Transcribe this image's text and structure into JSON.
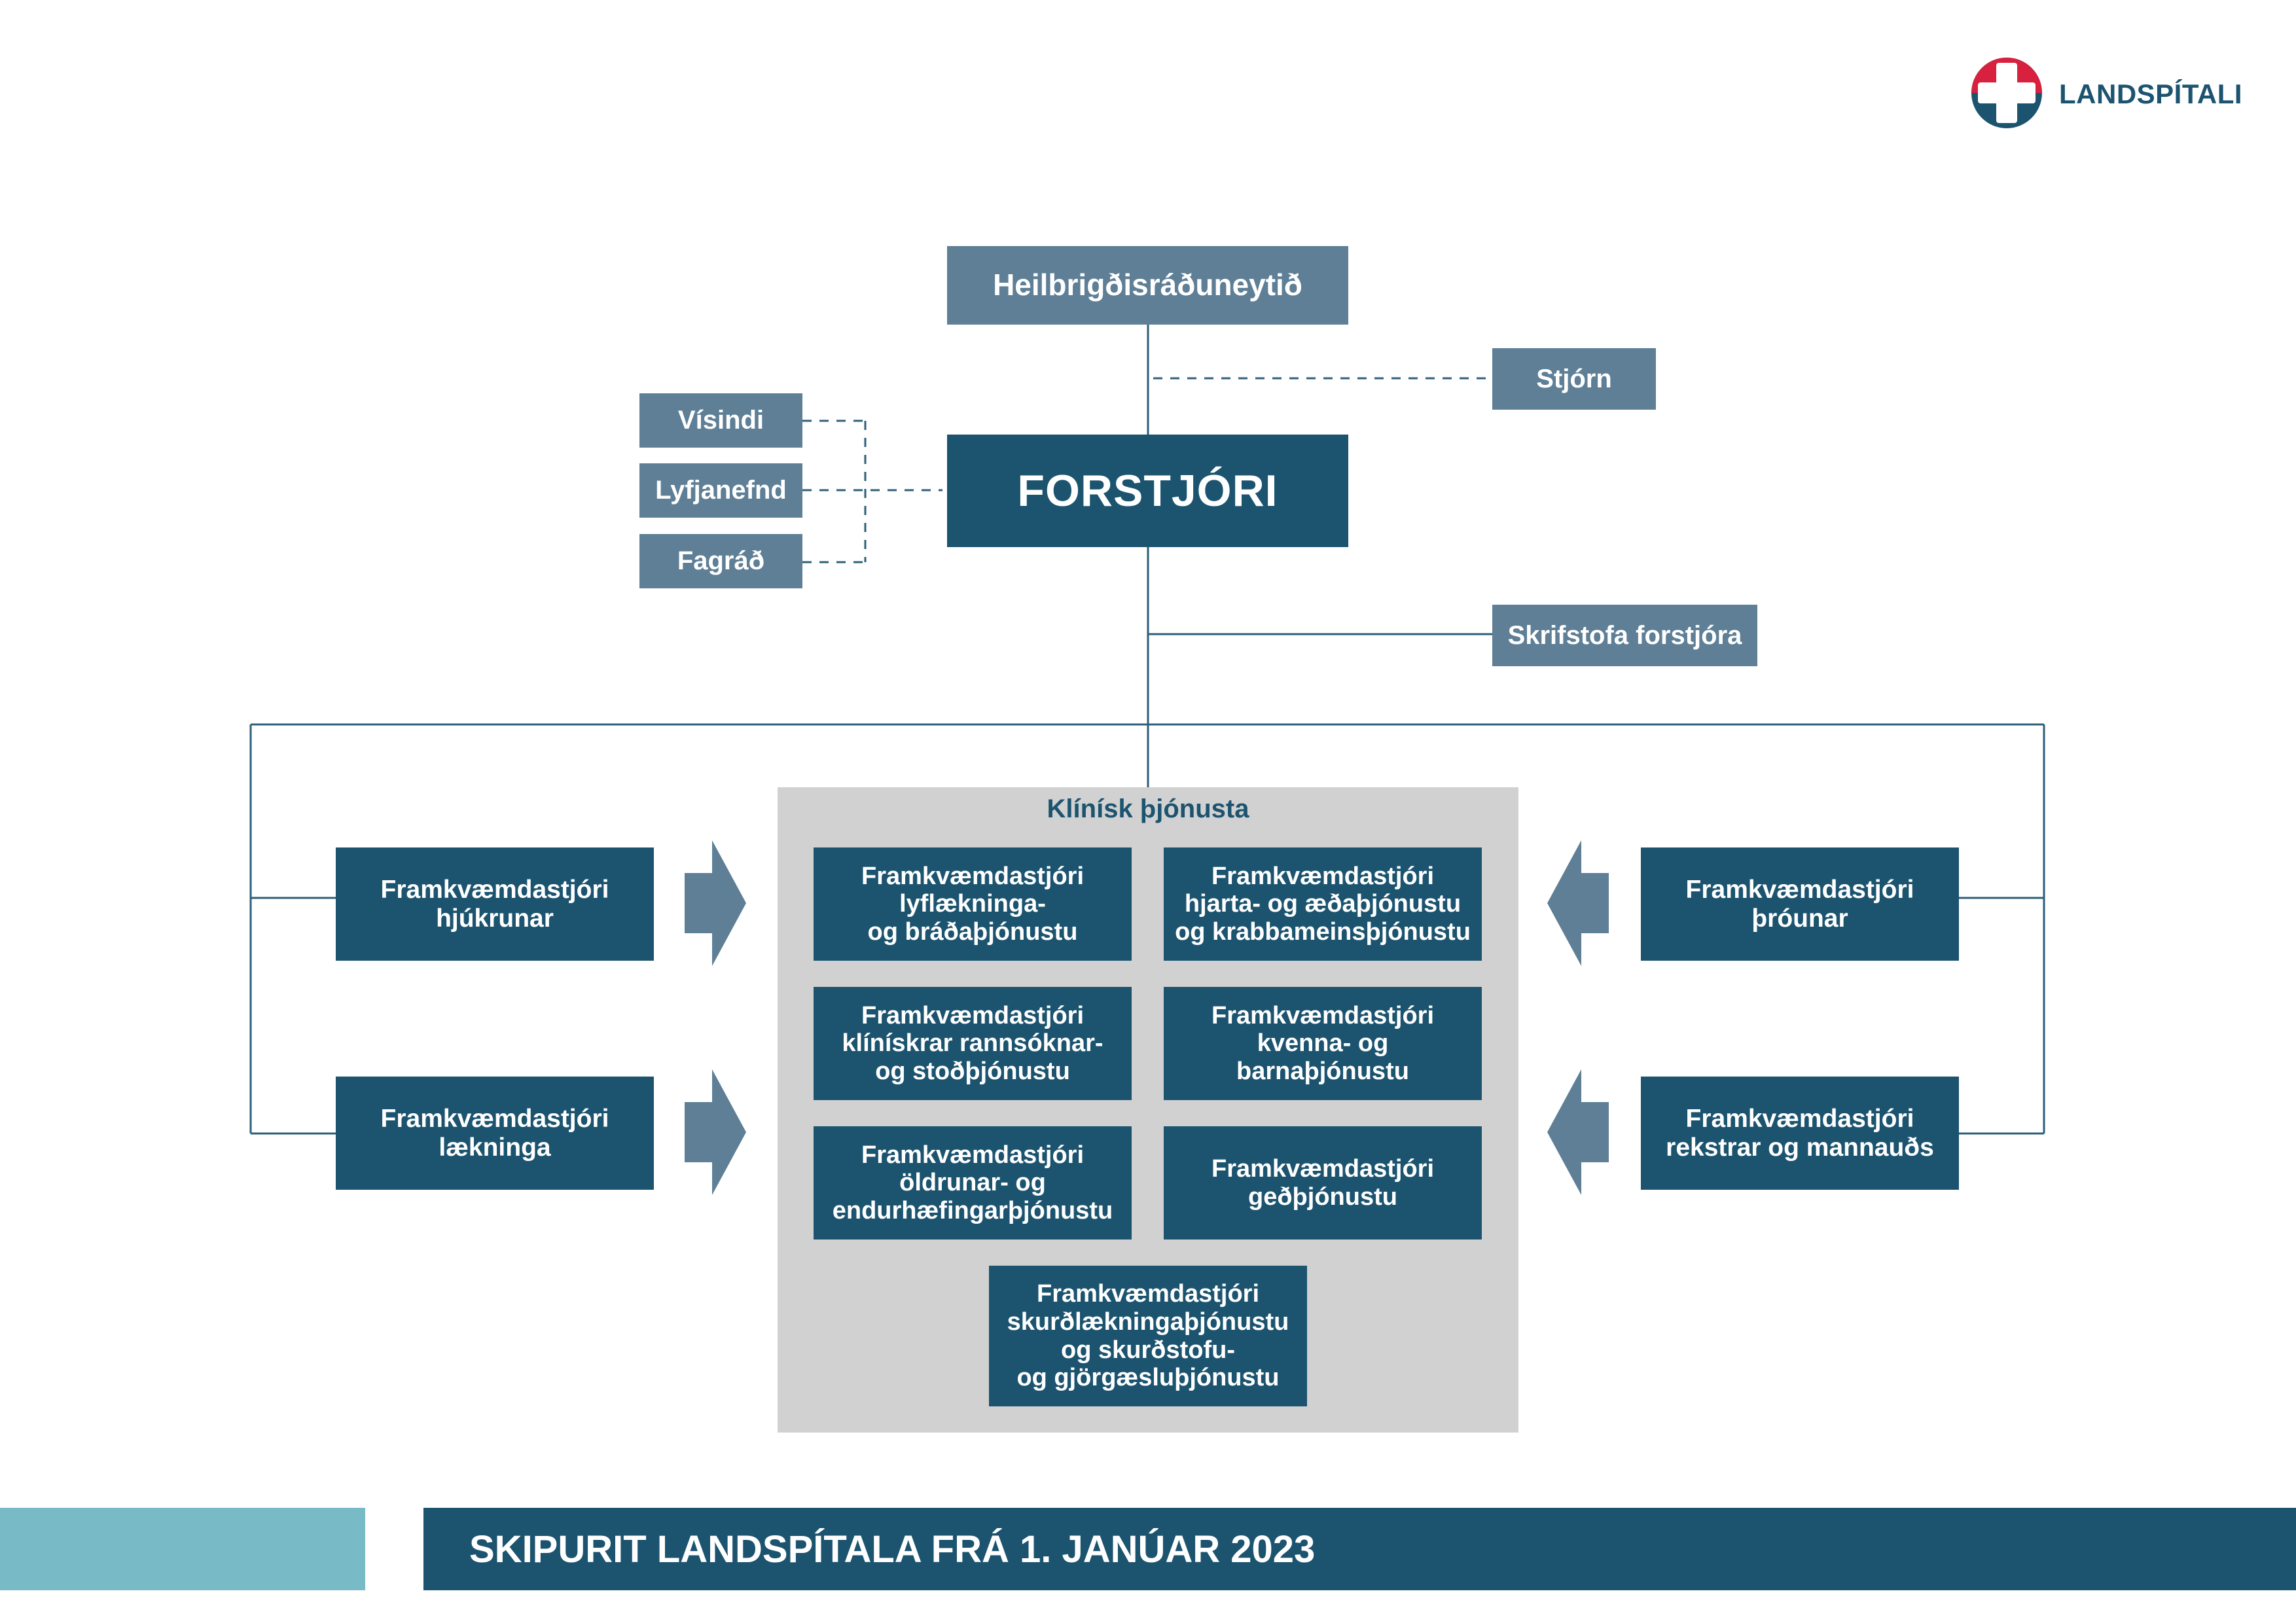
{
  "logo": {
    "text": "LANDSPÍTALI",
    "colors": {
      "blue": "#1c5470",
      "red": "#d8213f"
    }
  },
  "ministry": "Heilbrigðisráðuneytið",
  "board": "Stjórn",
  "director": "FORSTJÓRI",
  "committees": [
    "Vísindi",
    "Lyfjanefnd",
    "Fagráð"
  ],
  "office": "Skrifstofa forstjóra",
  "clinical": {
    "title": "Klínísk þjónusta",
    "units": [
      "Framkvæmdastjóri\nlyflækninga-\nog bráðaþjónustu",
      "Framkvæmdastjóri\nhjarta- og æðaþjónustu\nog krabbameinsþjónustu",
      "Framkvæmdastjóri\nklínískrar rannsóknar-\nog stoðþjónustu",
      "Framkvæmdastjóri\nkvenna- og\nbarnaþjónustu",
      "Framkvæmdastjóri\nöldrunar- og\nendurhæfingarþjónustu",
      "Framkvæmdastjóri\ngeðþjónustu",
      "Framkvæmdastjóri\nskurðlækningaþjónustu\nog skurðstofu-\nog gjörgæsluþjónustu"
    ]
  },
  "left_directors": [
    "Framkvæmdastjóri\nhjúkrunar",
    "Framkvæmdastjóri\nlækninga"
  ],
  "right_directors": [
    "Framkvæmdastjóri\nþróunar",
    "Framkvæmdastjóri\nrekstrar og mannauðs"
  ],
  "footer": {
    "title": "SKIPURIT LANDSPÍTALA FRÁ 1. JANÚAR 2023"
  },
  "colors": {
    "dark_box": "#1c5470",
    "mid_box": "#5e7f96",
    "panel": "#d1d1d1",
    "footer_accent": "#79bac7"
  }
}
